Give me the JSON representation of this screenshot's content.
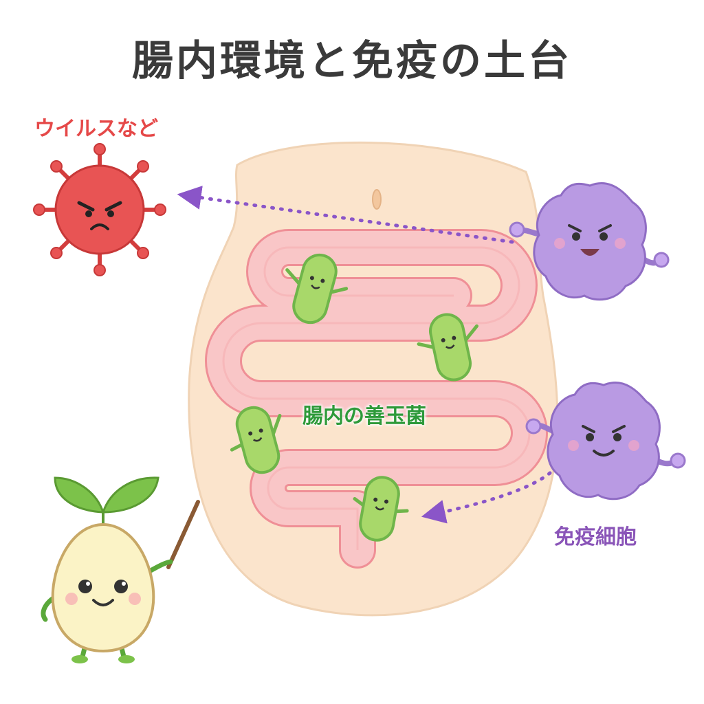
{
  "title": "腸内環境と免疫の土台",
  "labels": {
    "virus": "ウイルスなど",
    "bacteria": "腸内の善玉菌",
    "immune_cells": "免疫細胞"
  },
  "colors": {
    "virus": "#e54848",
    "bacteria_label": "#2e9a3a",
    "immune_label": "#8a55b8",
    "immune_cell": "#b99ae3",
    "arrow": "#8a55c8",
    "intestine": "#f7b8ba",
    "belly": "#fbe4cc"
  },
  "icons": [
    "virus-icon",
    "immune-cell-icon",
    "bacteria-icon",
    "seed-mascot-icon",
    "pointer-stick-icon"
  ]
}
